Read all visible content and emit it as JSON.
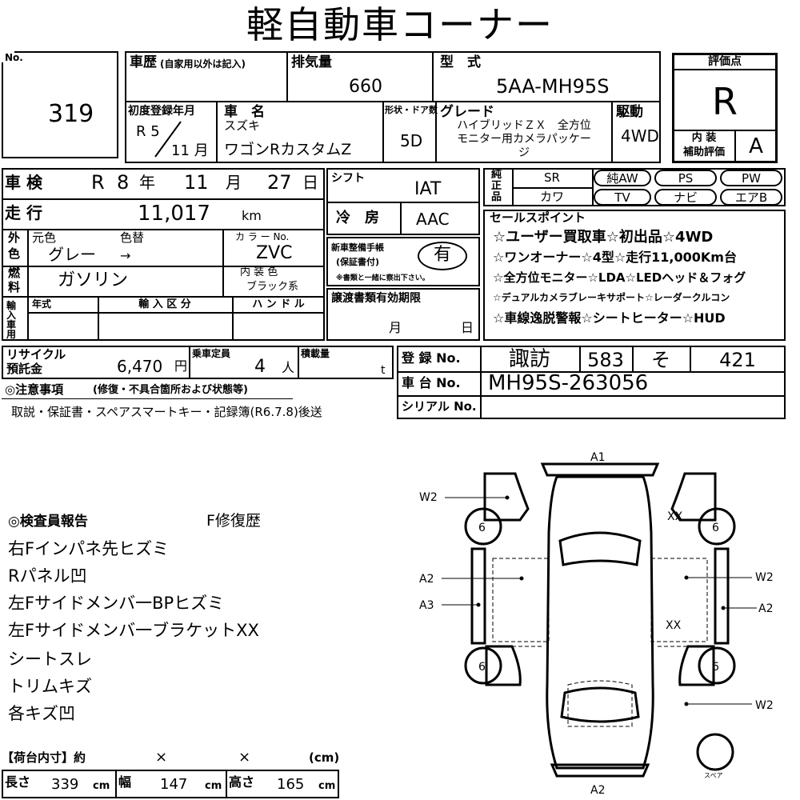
{
  "title": "軽自動車コーナー",
  "no": {
    "label": "No.",
    "value": "319"
  },
  "history": {
    "label": "車歴",
    "sub": "(自家用以外は記入)",
    "value": ""
  },
  "displacement": {
    "label": "排気量",
    "value": "660"
  },
  "model": {
    "label": "型　式",
    "value": "5AA-MH95S"
  },
  "rating": {
    "label": "評価点",
    "value": "R",
    "interior_label_1": "内 装",
    "interior_label_2": "補助評価",
    "interior_value": "A"
  },
  "first_reg": {
    "label": "初度登録年月",
    "era_year": "R 5",
    "month": "11 月"
  },
  "car_name": {
    "label": "車　名",
    "maker": "スズキ",
    "name": "ワゴンRカスタムZ"
  },
  "doors": {
    "label": "形状・ドア数",
    "value": "5D"
  },
  "grade": {
    "label": "グレード",
    "line1": "ハイブリッドＺＸ　全方位",
    "line2": "モニター用カメラパッケー",
    "line3": "ジ"
  },
  "drive": {
    "label": "駆動",
    "value": "4WD"
  },
  "inspection": {
    "label": "車 検",
    "era": "R",
    "year": "8",
    "year_u": "年",
    "month": "11",
    "month_u": "月",
    "day": "27",
    "day_u": "日"
  },
  "mileage": {
    "label": "走 行",
    "value": "11,017",
    "unit": "km"
  },
  "shift": {
    "label": "シフト",
    "value": "IAT"
  },
  "aircon": {
    "label": "冷　房",
    "value": "AAC"
  },
  "color": {
    "label_a": "外",
    "label_b": "色",
    "orig_label": "元色",
    "change_label": "色替",
    "orig_value": "グレー",
    "change_value": "→",
    "code_label": "カ ラ ー No.",
    "code_value": "ZVC"
  },
  "fuel": {
    "label_a": "燃",
    "label_b": "料",
    "value": "ガソリン",
    "interior_label": "内 装 色",
    "interior_value": "ブラック系"
  },
  "manual": {
    "label_1": "新車整備手帳",
    "label_2": "(保証書付)",
    "value": "有",
    "note": "※書類と一緒に察出下さい。"
  },
  "import": {
    "side_label": "輸入車用",
    "year_label": "年式",
    "category_label": "輸 入 区 分",
    "handle_label": "ハ ン ド ル"
  },
  "transfer": {
    "label": "譲渡書類有効期限",
    "month": "月",
    "day": "日"
  },
  "equipment": {
    "side_label": "純正品",
    "row1": [
      "SR",
      "純AW",
      "PS",
      "PW"
    ],
    "row2": [
      "カワ",
      "TV",
      "ナビ",
      "エアB"
    ]
  },
  "sales": {
    "label": "セールスポイント",
    "lines": [
      "☆ユーザー買取車☆初出品☆4WD",
      "☆ワンオーナー☆4型☆走行11,000Km台",
      "☆全方位モニター☆LDA☆LEDヘッド＆フォグ",
      "☆デュアルカメラブレーキサポート☆レーダークルコン",
      "☆車線逸脱警報☆シートヒーター☆HUD"
    ]
  },
  "recycle": {
    "label_1": "リサイクル",
    "label_2": "預託金",
    "value": "6,470",
    "unit": "円"
  },
  "capacity": {
    "label": "乗車定員",
    "value": "4",
    "unit": "人"
  },
  "load": {
    "label": "積載量",
    "unit": "t"
  },
  "registration": {
    "label": "登 録 No.",
    "region": "諏訪",
    "class": "583",
    "kana": "そ",
    "number": "421"
  },
  "chassis": {
    "label": "車 台 No.",
    "value": "MH95S-263056"
  },
  "serial": {
    "label": "シリアル No.",
    "value": ""
  },
  "notes": {
    "label": "◎注意事項",
    "sub": "(修復・不具合箇所および状態等)",
    "text": "取説・保証書・スペアスマートキー・記録簿(R6.7.8)後送"
  },
  "inspector": {
    "label": "◎検査員報告",
    "repair": "F修復歴",
    "lines": [
      "右Fインパネ先ヒズミ",
      "Rパネル凹",
      "左Fサイドメンバ一BPヒズミ",
      "左Fサイドメンバ一ブラケットXX",
      "シートスレ",
      "トリムキズ",
      "各キズ凹"
    ]
  },
  "cargo": {
    "label": "【荷台内寸】約",
    "x1": "×",
    "x2": "×",
    "unit_label": "(cm)",
    "length_label": "長さ",
    "length": "339",
    "width_label": "幅",
    "width": "147",
    "height_label": "高さ",
    "height": "165",
    "cm": "cm"
  },
  "diagram": {
    "front_label": "A1",
    "rear_label": "A2",
    "spare_label": "スペア",
    "tire": "6",
    "left_w2": "W2",
    "left_a2": "A2",
    "left_a3": "A3",
    "right_w2a": "W2",
    "right_a2": "A2",
    "right_w2b": "W2",
    "xx1": "XX",
    "xx2": "XX"
  }
}
